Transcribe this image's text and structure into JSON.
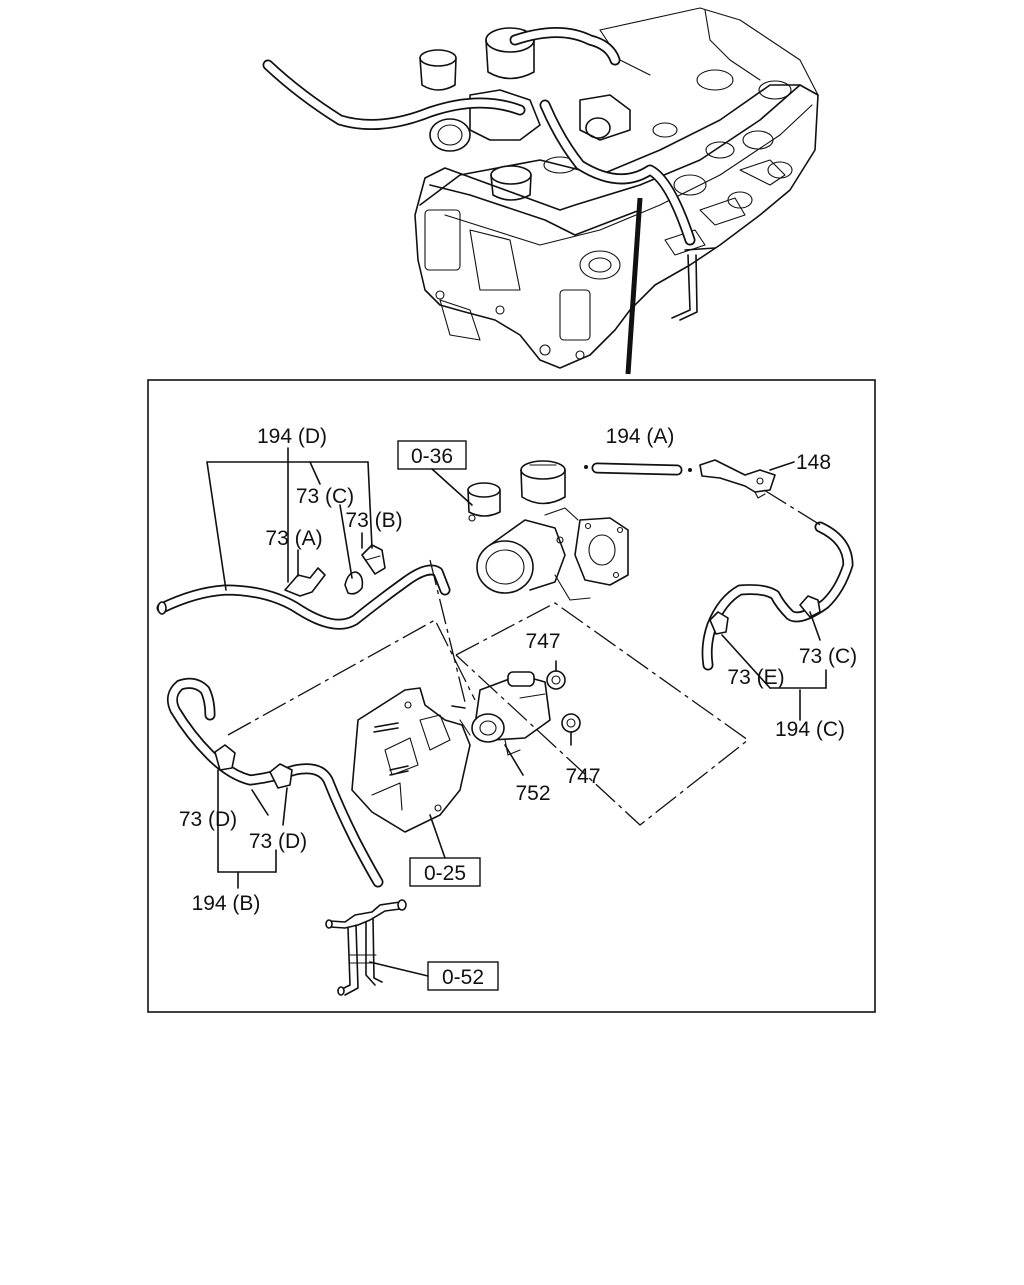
{
  "callouts": {
    "hose_d": "194 (D)",
    "clip_c_left": "73 (C)",
    "clip_b": "73 (B)",
    "clip_a": "73 (A)",
    "hose_a": "194 (A)",
    "bracket": "148",
    "clip_c_right": "73 (C)",
    "clip_e": "73 (E)",
    "hose_c": "194 (C)",
    "nut_upper": "747",
    "nut_lower": "747",
    "valve": "752",
    "clip_d_left": "73 (D)",
    "clip_d_right": "73 (D)",
    "hose_b": "194 (B)"
  },
  "section_refs": {
    "turbocharger": "0-36",
    "bracket_plate": "0-25",
    "water_pipe": "0-52"
  }
}
